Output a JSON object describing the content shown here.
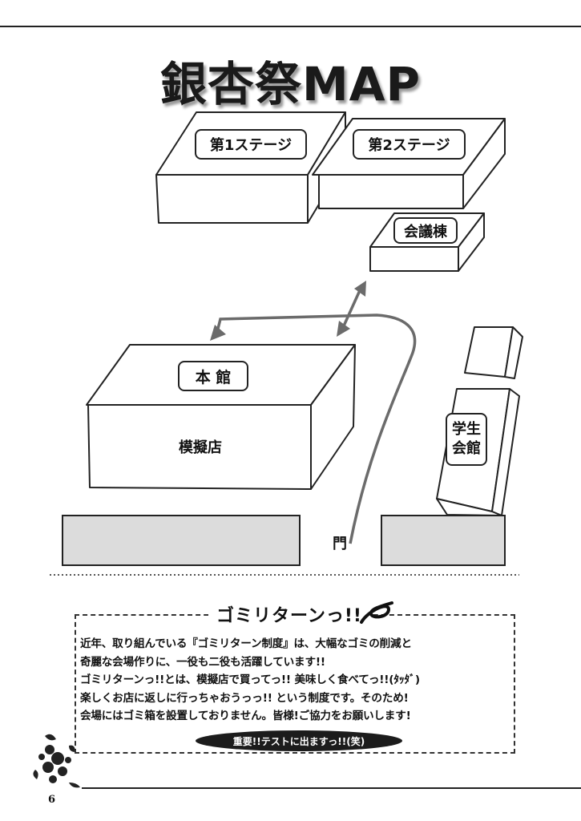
{
  "title": "銀杏祭MAP",
  "map": {
    "stage1": "第1ステージ",
    "stage2": "第2ステージ",
    "conference": "会議棟",
    "main_building": "本 館",
    "mock_store": "模擬店",
    "student_hall_line1": "学生",
    "student_hall_line2": "会館",
    "gate": "門"
  },
  "notice": {
    "title": "ゴミリターンっ!!",
    "lines": [
      "近年、取り組んでいる『ゴミリターン制度』は、大幅なゴミの削減と",
      "奇麗な会場作りに、一役も二役も活躍しています!!",
      "ゴミリターンっ!!とは、模擬店で買ってっ!! 美味しく食べてっ!!(ﾀｯﾀﾞ)",
      "楽しくお店に返しに行っちゃおうっっ!! という制度です。そのため!",
      "会場にはゴミ箱を設置しておりません。皆様!ご協力をお願いします!"
    ],
    "pill": "重要!!テストに出ますっ!!(笑)"
  },
  "page_number": "6",
  "colors": {
    "ground": "#dcdcdc",
    "arrow": "#6b6b6b",
    "line": "#222222"
  }
}
